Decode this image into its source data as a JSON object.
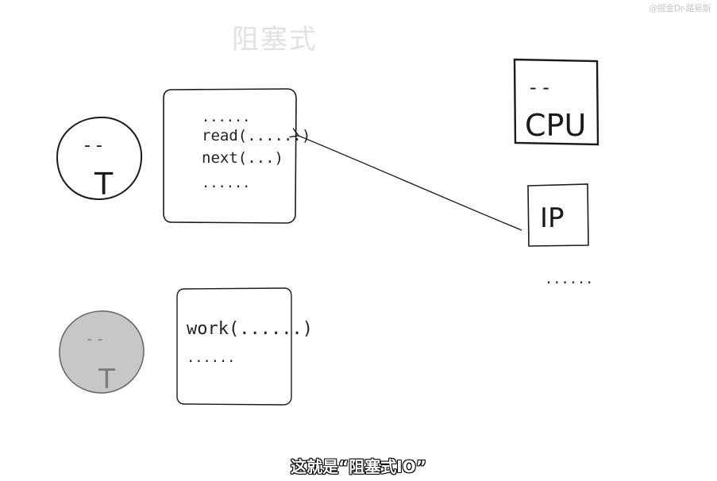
{
  "watermark": "@掘金Dr-路易斯",
  "title": "阻塞式",
  "subtitle": "这就是“阻塞式IO”",
  "thread_active": {
    "eyes": "-   -",
    "mouth": "T"
  },
  "thread_idle": {
    "eyes": "-   -",
    "mouth": "T"
  },
  "code_block_1": [
    "......",
    "read(......)",
    "next(...)",
    "......"
  ],
  "code_block_2": [
    "work(......)",
    "......"
  ],
  "cpu": {
    "eyes": "-   -",
    "label": "CPU"
  },
  "ip": {
    "label": "IP"
  },
  "ip_more": "......",
  "colors": {
    "idle_thread_fill": "#c7c7c7",
    "ink": "#1a1a1a"
  }
}
